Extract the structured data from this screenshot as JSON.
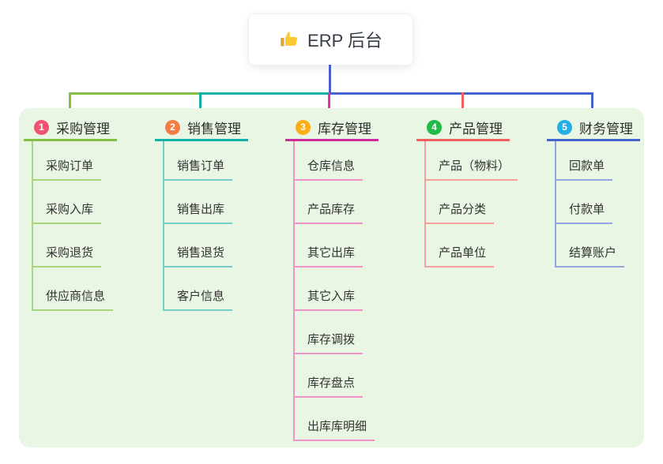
{
  "root": {
    "label": "ERP 后台",
    "icon": "thumbs-up-icon"
  },
  "branches": [
    {
      "badge": "1",
      "title": "采购管理",
      "color": "#83bf40",
      "light_color": "#a9d77f",
      "badge_color": "#f0536e",
      "children": [
        "采购订单",
        "采购入库",
        "采购退货",
        "供应商信息"
      ]
    },
    {
      "badge": "2",
      "title": "销售管理",
      "color": "#10b2a8",
      "light_color": "#74cdc7",
      "badge_color": "#f77c44",
      "children": [
        "销售订单",
        "销售出库",
        "销售退货",
        "客户信息"
      ]
    },
    {
      "badge": "3",
      "title": "库存管理",
      "color": "#cb2e9c",
      "light_color": "#ef93c6",
      "badge_color": "#fbae17",
      "children": [
        "仓库信息",
        "产品库存",
        "其它出库",
        "其它入库",
        "库存调拨",
        "库存盘点",
        "出库库明细"
      ]
    },
    {
      "badge": "4",
      "title": "产品管理",
      "color": "#f25f5c",
      "light_color": "#f8a09e",
      "badge_color": "#22ba49",
      "children": [
        "产品（物料）",
        "产品分类",
        "产品单位"
      ]
    },
    {
      "badge": "5",
      "title": "财务管理",
      "color": "#4365d0",
      "light_color": "#92a5de",
      "badge_color": "#22aee9",
      "children": [
        "回款单",
        "付款单",
        "结算账户"
      ]
    }
  ],
  "connector_colors": {
    "root_line": "#4a5ed0",
    "rail_left": "#83bf40",
    "rail_mid": "#10b2a8",
    "rail_right": "#4365d0",
    "drop_inventory": "#d9379f",
    "drop_product": "#f25f5c"
  },
  "panel_color": "#e9f6e3"
}
